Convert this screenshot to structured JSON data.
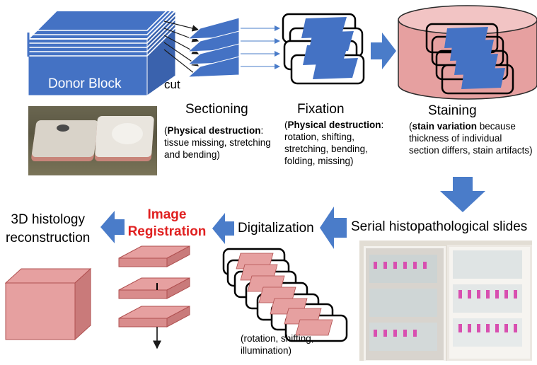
{
  "diagram": {
    "donor_block": "Donor Block",
    "cut": "cut",
    "sectioning": {
      "title": "Sectioning",
      "desc_bold": "Physical destruction",
      "desc_rest": ": tissue missing, stretching and bending)"
    },
    "fixation": {
      "title": "Fixation",
      "desc_bold": "Physical destruction",
      "desc_rest": ": rotation, shifting, stretching, bending, folding, missing)"
    },
    "staining": {
      "title": "Staining",
      "desc_bold": "stain variation",
      "desc_rest": " because thickness of individual section differs, stain artifacts)"
    },
    "serial_slides": "Serial histopathological slides",
    "digitalization": {
      "title": "Digitalization",
      "note": "(rotation, shifting, illumination)"
    },
    "image_registration": {
      "line1": "Image",
      "line2": "Registration"
    },
    "reconstruction": {
      "line1": "3D histology",
      "line2": "reconstruction"
    }
  },
  "colors": {
    "blue_fill": "#4472c4",
    "blue_stroke": "#ffffff",
    "arrow_blue": "#4a7cc9",
    "pink_fill": "#e6a0a0",
    "pink_stroke": "#b05050",
    "registration_red": "#e02020"
  }
}
